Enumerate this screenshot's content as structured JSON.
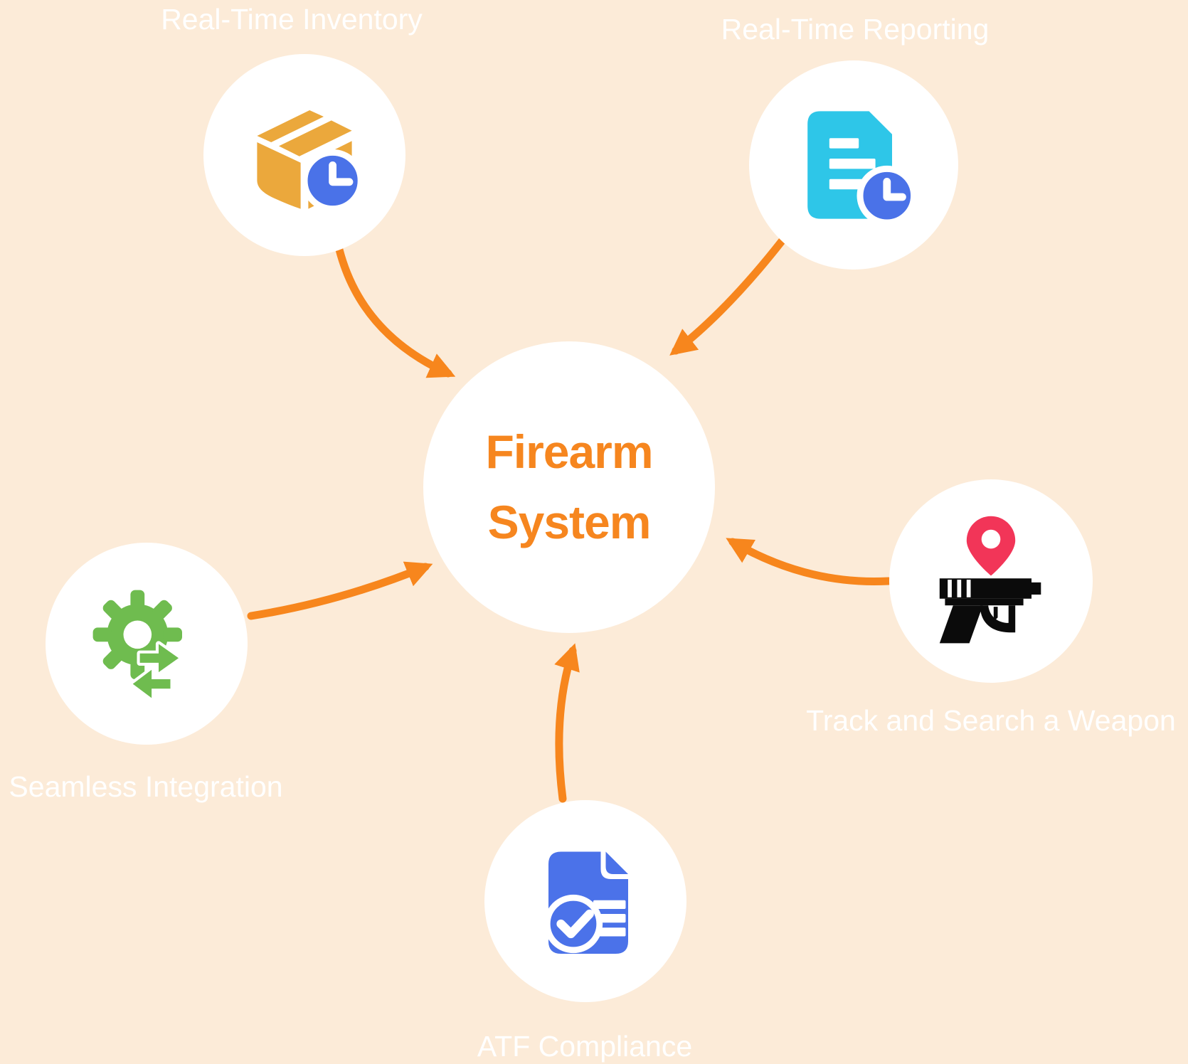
{
  "diagram": {
    "background_color": "#FCEBD8",
    "connector_color": "#F7861D",
    "node_fill": "#FFFFFF",
    "label_text_color": "#FFFFFF",
    "center": {
      "label_line1": "Firearm",
      "label_line2": "System",
      "text_color": "#F6861F"
    },
    "nodes": [
      {
        "id": "real-time-inventory",
        "label": "Real-Time Inventory",
        "icon": "package-clock-icon",
        "colors": {
          "package": "#EBA83C",
          "clock_badge": "#4A72E8"
        }
      },
      {
        "id": "real-time-reporting",
        "label": "Real-Time Reporting",
        "icon": "report-clock-icon",
        "colors": {
          "document": "#2EC6E8",
          "clock_badge": "#4A72E8"
        }
      },
      {
        "id": "track-and-search-a-weapon",
        "label": "Track and Search a Weapon",
        "icon": "gun-location-pin-icon",
        "colors": {
          "gun": "#0B0B0B",
          "location_pin": "#F23558"
        }
      },
      {
        "id": "atf-compliance",
        "label": "ATF Compliance",
        "icon": "document-check-icon",
        "colors": {
          "document": "#4B72E9"
        }
      },
      {
        "id": "seamless-integration",
        "label": "Seamless Integration",
        "icon": "gear-sync-icon",
        "colors": {
          "gear": "#6FBC4F"
        }
      }
    ]
  }
}
